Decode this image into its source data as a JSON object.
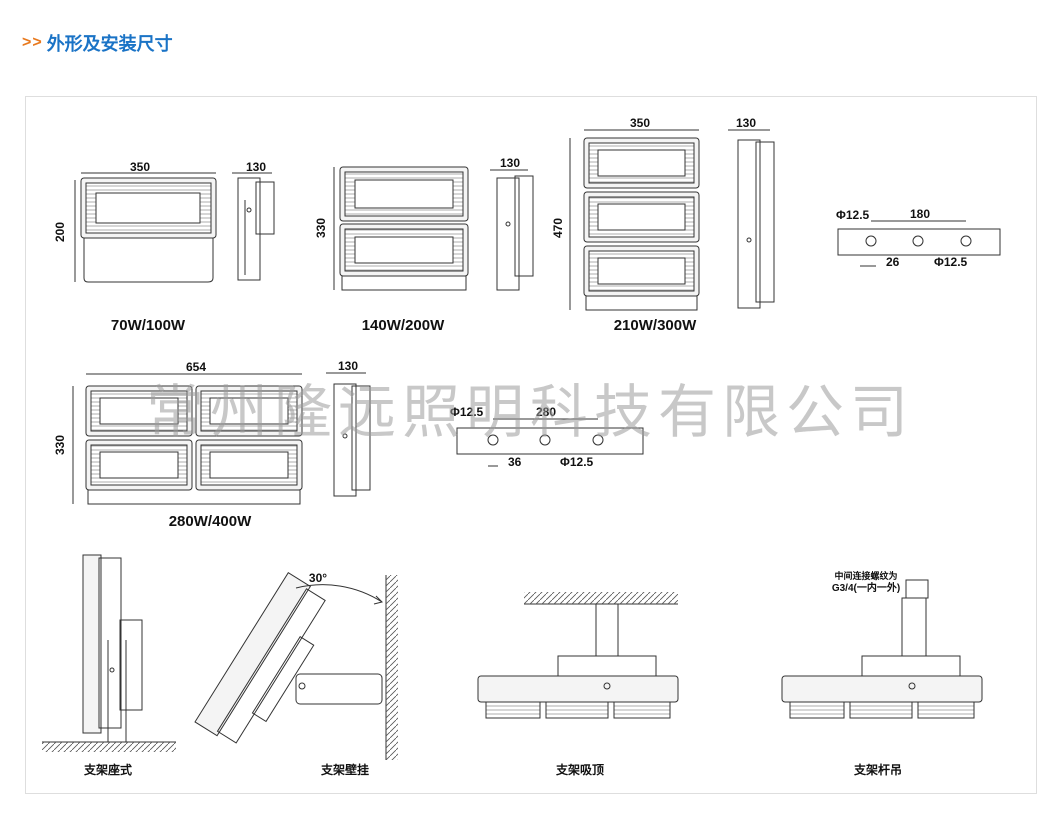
{
  "header": {
    "prefix": ">>",
    "title": "外形及安装尺寸"
  },
  "watermark": "常州隆远照明科技有限公司",
  "models": [
    {
      "label": "70W/100W",
      "width": "350",
      "height": "200",
      "depth": "130"
    },
    {
      "label": "140W/200W",
      "height": "330",
      "depth": "130"
    },
    {
      "label": "210W/300W",
      "width": "350",
      "height": "470",
      "depth": "130"
    },
    {
      "label": "280W/400W",
      "width": "654",
      "height": "330",
      "depth": "130"
    }
  ],
  "brackets": [
    {
      "hole_dia_left": "Φ12.5",
      "spacing": "180",
      "offset": "26",
      "hole_dia_right": "Φ12.5"
    },
    {
      "hole_dia_left": "Φ12.5",
      "spacing": "280",
      "offset": "36",
      "hole_dia_right": "Φ12.5"
    }
  ],
  "mounting": {
    "angle": "30°",
    "pole_note_line1": "中间连接螺纹为",
    "pole_note_line2": "G3/4(一内一外)",
    "captions": [
      "支架座式",
      "支架壁挂",
      "支架吸顶",
      "支架杆吊"
    ]
  },
  "colors": {
    "accent_orange": "#e8791e",
    "title_blue": "#1a73c6",
    "line": "#333333"
  }
}
